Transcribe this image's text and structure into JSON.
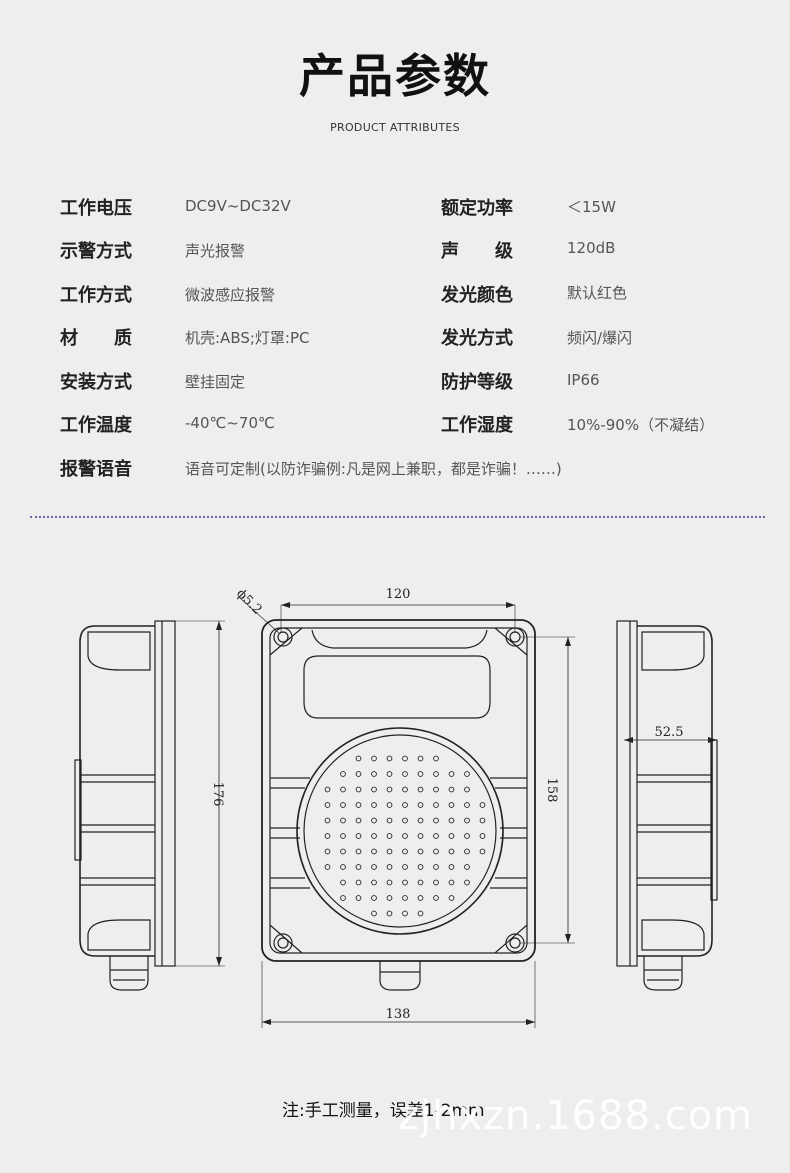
{
  "header": {
    "title": "产品参数",
    "subtitle": "PRODUCT ATTRIBUTES"
  },
  "specs": {
    "left": [
      {
        "label": "工作电压",
        "value": "DC9V~DC32V"
      },
      {
        "label": "示警方式",
        "value": "声光报警"
      },
      {
        "label": "工作方式",
        "value": "微波感应报警"
      },
      {
        "label": "材　　质",
        "value": "机壳:ABS;灯罩:PC"
      },
      {
        "label": "安装方式",
        "value": "壁挂固定"
      },
      {
        "label": "工作温度",
        "value": "-40℃~70℃"
      },
      {
        "label": "报警语音",
        "value": "语音可定制(以防诈骗例:凡是网上兼职，都是诈骗！……)"
      }
    ],
    "right": [
      {
        "label": "额定功率",
        "value": "＜15W"
      },
      {
        "label": "声　　级",
        "value": "120dB"
      },
      {
        "label": "发光颜色",
        "value": "默认红色"
      },
      {
        "label": "发光方式",
        "value": "频闪/爆闪"
      },
      {
        "label": "防护等级",
        "value": "IP66"
      },
      {
        "label": "工作湿度",
        "value": "10%-90%（不凝结）"
      }
    ]
  },
  "dimensions": {
    "hole": "ϕ5.2",
    "top_width": "120",
    "bottom_width": "138",
    "left_height": "176",
    "right_height": "158",
    "side_depth": "52.5"
  },
  "footer": {
    "note": "注:手工测量，误差1-2mm",
    "watermark": "zjhxzn.1688.com"
  }
}
